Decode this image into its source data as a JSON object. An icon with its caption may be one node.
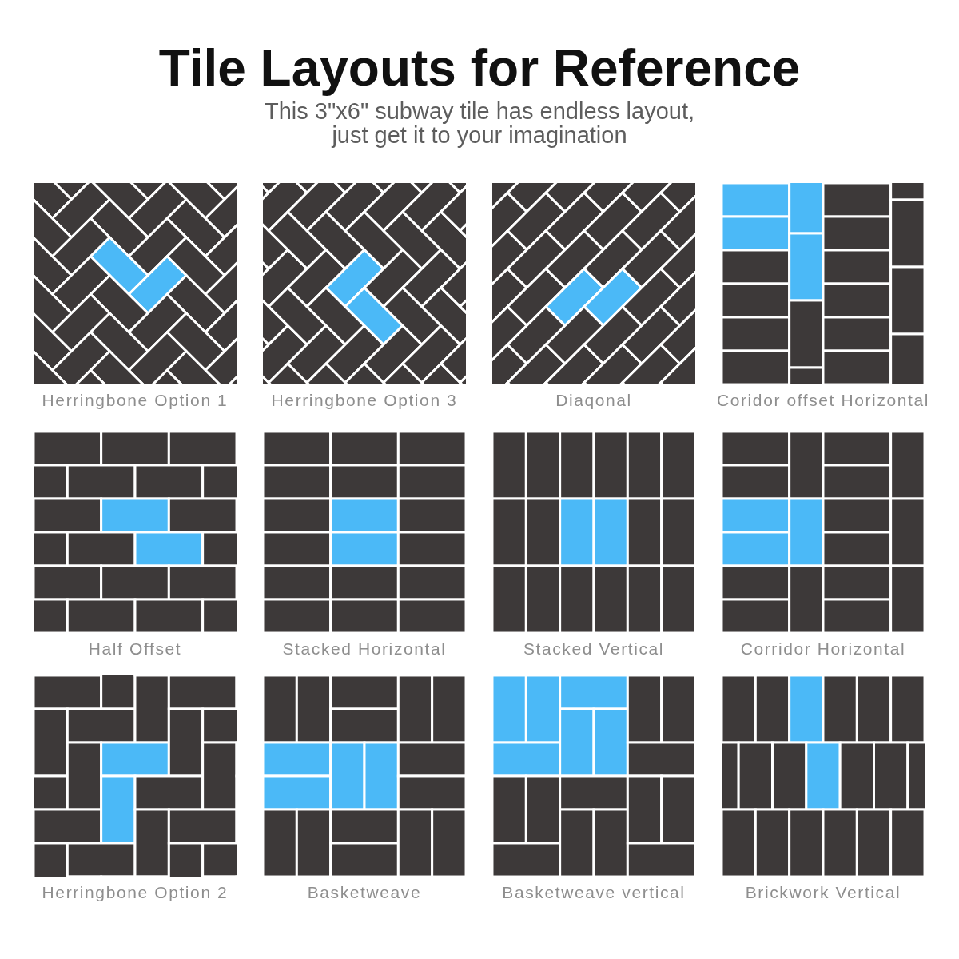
{
  "diagram": {
    "title": "Tile Layouts for Reference",
    "labels": [
      "This 3\"x6\" subway tile has endless layout, just get it to your imagination",
      "Herringbone Option 1",
      "Herringbone Option 3",
      "Diaqonal",
      "Coridor offset Horizontal",
      "Half Offset",
      "Stacked Horizontal",
      "Stacked Vertical",
      "Corridor Horizontal",
      "Herringbone Option 2",
      "Basketweave",
      "Basketweave vertical",
      "Brickwork Vertical"
    ]
  }
}
